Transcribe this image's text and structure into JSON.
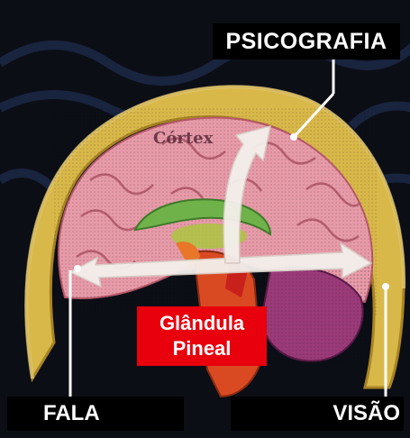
{
  "labels": {
    "top_right": "PSICOGRAFIA",
    "bottom_left": "FALA",
    "bottom_right": "VISÃO",
    "center_line1": "Glândula",
    "center_line2": "Pineal",
    "cortex": "Córtex"
  },
  "colors": {
    "background": "#0c0e16",
    "skull": "#d9b84a",
    "brain": "#e79aa8",
    "pineal_box": "#e8000c",
    "arrow": "#f4f0ec"
  }
}
